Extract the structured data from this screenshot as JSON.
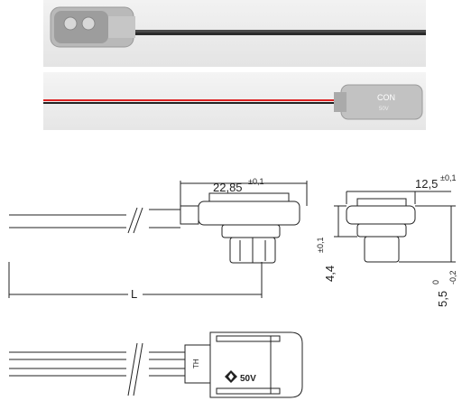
{
  "photos": {
    "top": {
      "name": "connector-photo-gray-wires"
    },
    "bottom": {
      "name": "connector-photo-red-black-wires",
      "label": "CON",
      "small_label": "50V"
    }
  },
  "drawing": {
    "width_front": {
      "value": "22,85",
      "tol": "±0,1"
    },
    "width_side": {
      "value": "12,5",
      "tol": "±0,1"
    },
    "height_body": {
      "value": "4,4",
      "tol": "±0,1"
    },
    "height_pin": {
      "value": "5,5",
      "tol_upper": "0",
      "tol_lower": "-0,2"
    },
    "length": {
      "label": "L"
    },
    "voltage_mark": "50V"
  }
}
